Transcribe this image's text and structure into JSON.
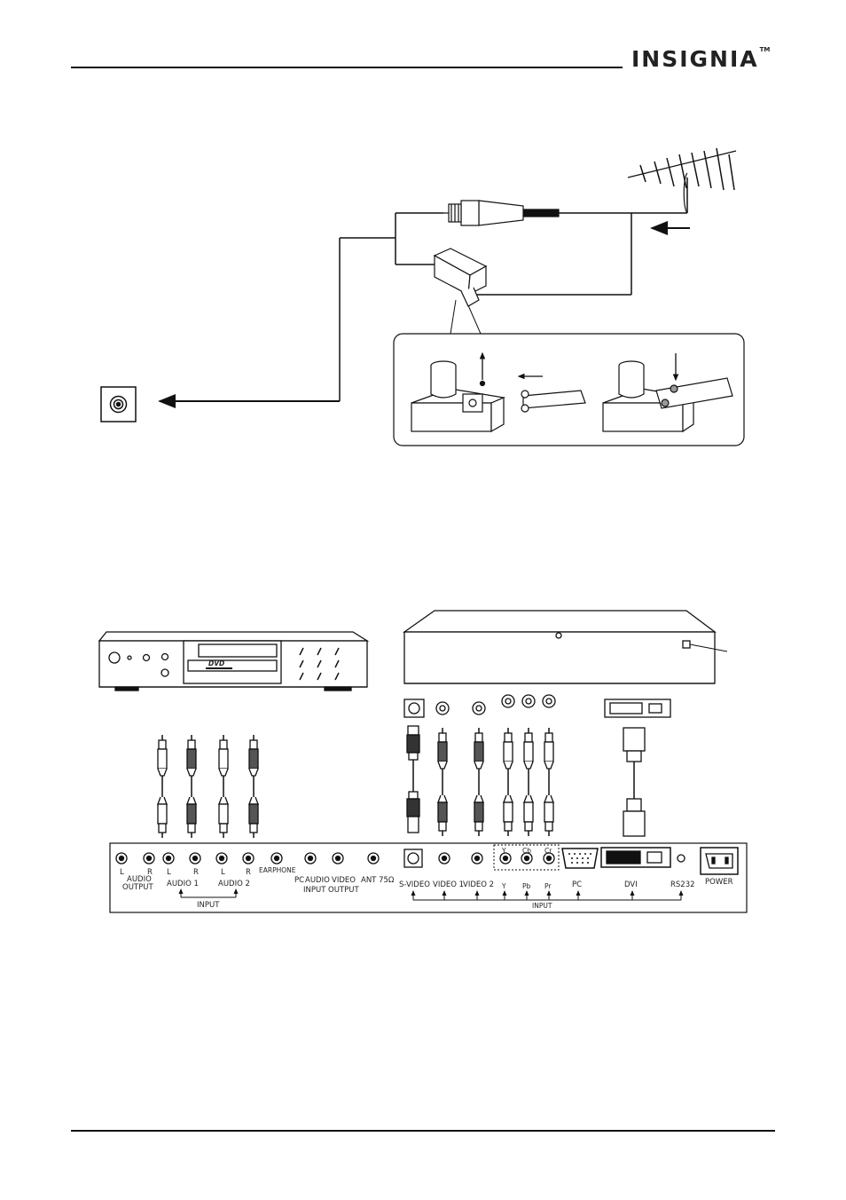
{
  "header": {
    "brand": "INSIGNIA",
    "trademark": "TM"
  },
  "dvd_player": {
    "disc_label": "DVD"
  },
  "tv_panel": {
    "audio_output": {
      "l": "L",
      "r": "R",
      "line1": "AUDIO",
      "line2": "OUTPUT"
    },
    "audio1": {
      "l": "L",
      "r": "R",
      "label": "AUDIO  1"
    },
    "audio2": {
      "l": "L",
      "r": "R",
      "label": "AUDIO  2"
    },
    "input_group_left": "INPUT",
    "earphone": "EARPHONE",
    "pc_audio": "PC",
    "audio_word": "AUDIO",
    "video_word": "VIDEO",
    "input_word": "INPUT",
    "output_word": "OUTPUT",
    "ant": "ANT 75Ω",
    "svideo": "S-VIDEO",
    "video1": "VIDEO 1",
    "video2": "VIDEO 2",
    "y_top": "Y",
    "y_bottom": "Y",
    "cb": "Cb",
    "pb": "Pb",
    "cr": "Cr",
    "pr": "Pr",
    "pc": "PC",
    "dvi": "DVI",
    "rs232": "RS232",
    "power": "POWER",
    "input_group_right": "INPUT"
  }
}
